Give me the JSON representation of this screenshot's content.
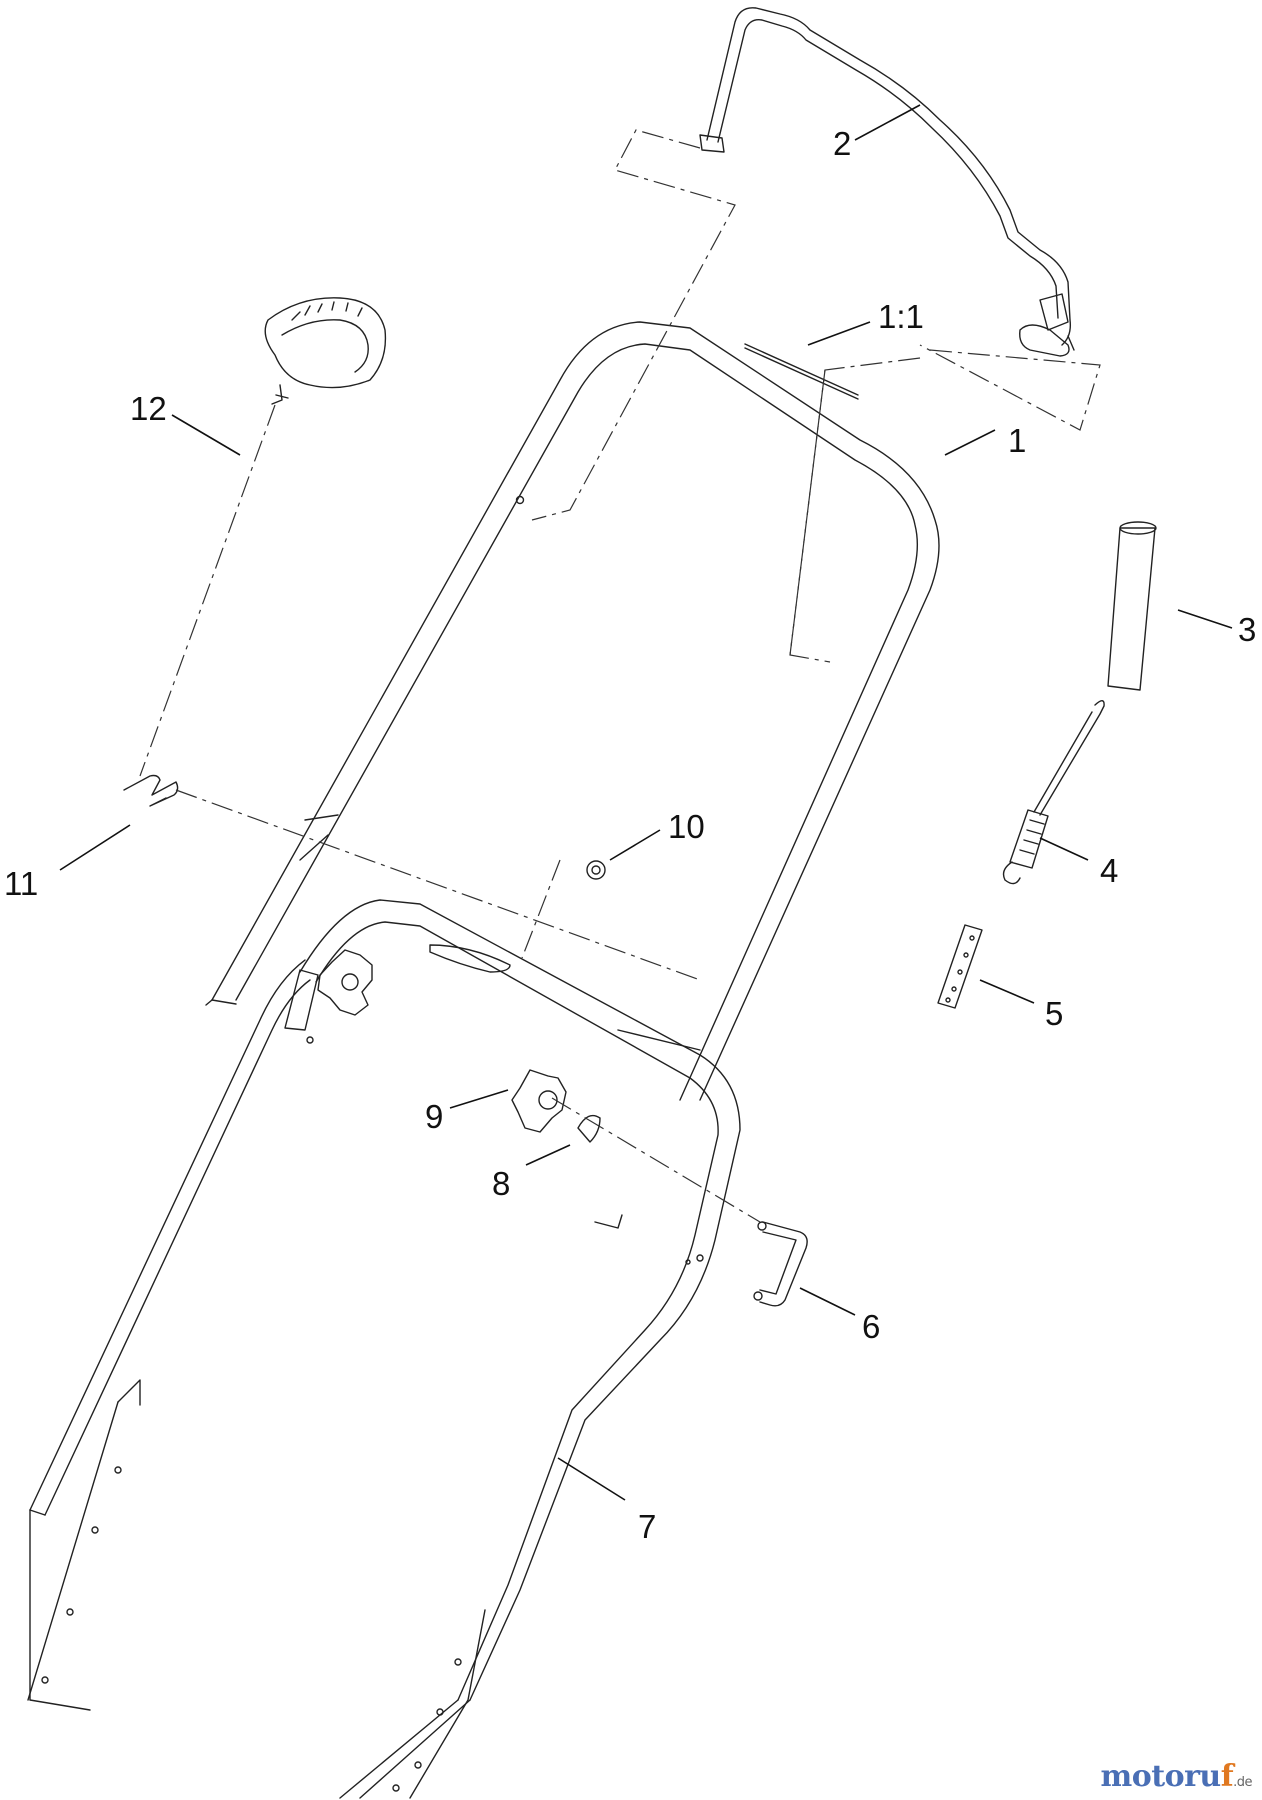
{
  "diagram": {
    "callouts": {
      "c1": "1",
      "c1_1": "1:1",
      "c2": "2",
      "c3": "3",
      "c4": "4",
      "c5": "5",
      "c6": "6",
      "c7": "7",
      "c8": "8",
      "c9": "9",
      "c10": "10",
      "c11": "11",
      "c12": "12"
    }
  },
  "watermark": {
    "main": "motoru",
    "accent": "f",
    "suffix": ".de"
  }
}
